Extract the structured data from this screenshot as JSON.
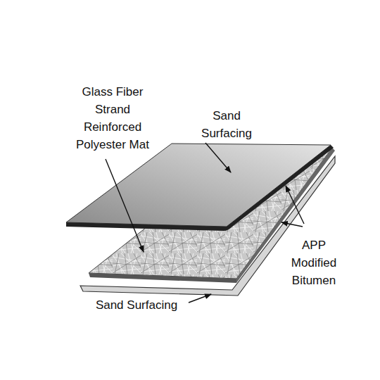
{
  "diagram": {
    "labels": [
      "Glass Fiber Strand Reinforced Polyester Mat",
      "Sand Surfacing",
      "APP Modified Bitumen",
      "Sand Surfacing"
    ]
  }
}
